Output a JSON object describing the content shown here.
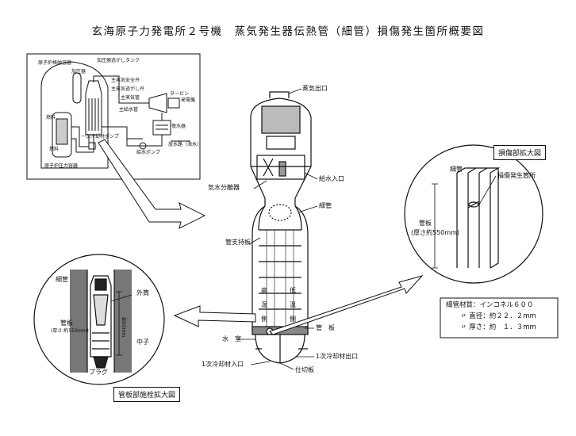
{
  "title": "玄海原子力発電所２号機　蒸気発生器伝熱管（細管）損傷発生箇所概要図",
  "overview": {
    "labels": {
      "cv": "原子炉格納容器",
      "pressurizer": "加圧器",
      "pressurizer_tank": "加圧器逃がしタンク",
      "steam_safety": "主蒸気安全弁",
      "steam_relief": "主蒸気逃がし弁",
      "fuel": "燃料",
      "rcp": "一次冷却材ポンプ",
      "rpv": "原子炉圧力容器",
      "main_steam": "主蒸気管",
      "feedwater": "主給水管",
      "turbine": "タービン",
      "generator": "発電機",
      "condenser": "復水器",
      "seawater": "放水路（海水）",
      "feed_pump": "給水ポンプ"
    }
  },
  "sg": {
    "steam_outlet": "蒸気出口",
    "separator": "気水分離器",
    "feed_inlet": "給水入口",
    "tubes": "細管",
    "support_plate": "管支持板",
    "high_temp": [
      "高",
      "温",
      "側"
    ],
    "low_temp": [
      "低",
      "温",
      "側"
    ],
    "tubesheet": "管　板",
    "channel_head": "水　室",
    "primary_inlet": "1次冷却材入口",
    "primary_outlet": "1次冷却材出口",
    "divider": "仕切板"
  },
  "detail_right": {
    "box_title": "損傷部拡大図",
    "tube": "細管",
    "damage": "損傷発生箇所",
    "tubesheet": "管板",
    "tubesheet_thick": "(厚さ約550mm)"
  },
  "detail_left": {
    "box_title": "管板部施栓拡大図",
    "tube": "細管",
    "outer": "外筒",
    "tubesheet": "管板",
    "tubesheet_thick": "(厚さ:約550mm)",
    "length": "約65mm",
    "core": "中子",
    "plug": "プラグ"
  },
  "spec": {
    "material": "細管材質：インコネル６００",
    "diameter": "〃 直径：約２２．２mm",
    "thickness": "〃 厚さ：約　１．３mm"
  }
}
